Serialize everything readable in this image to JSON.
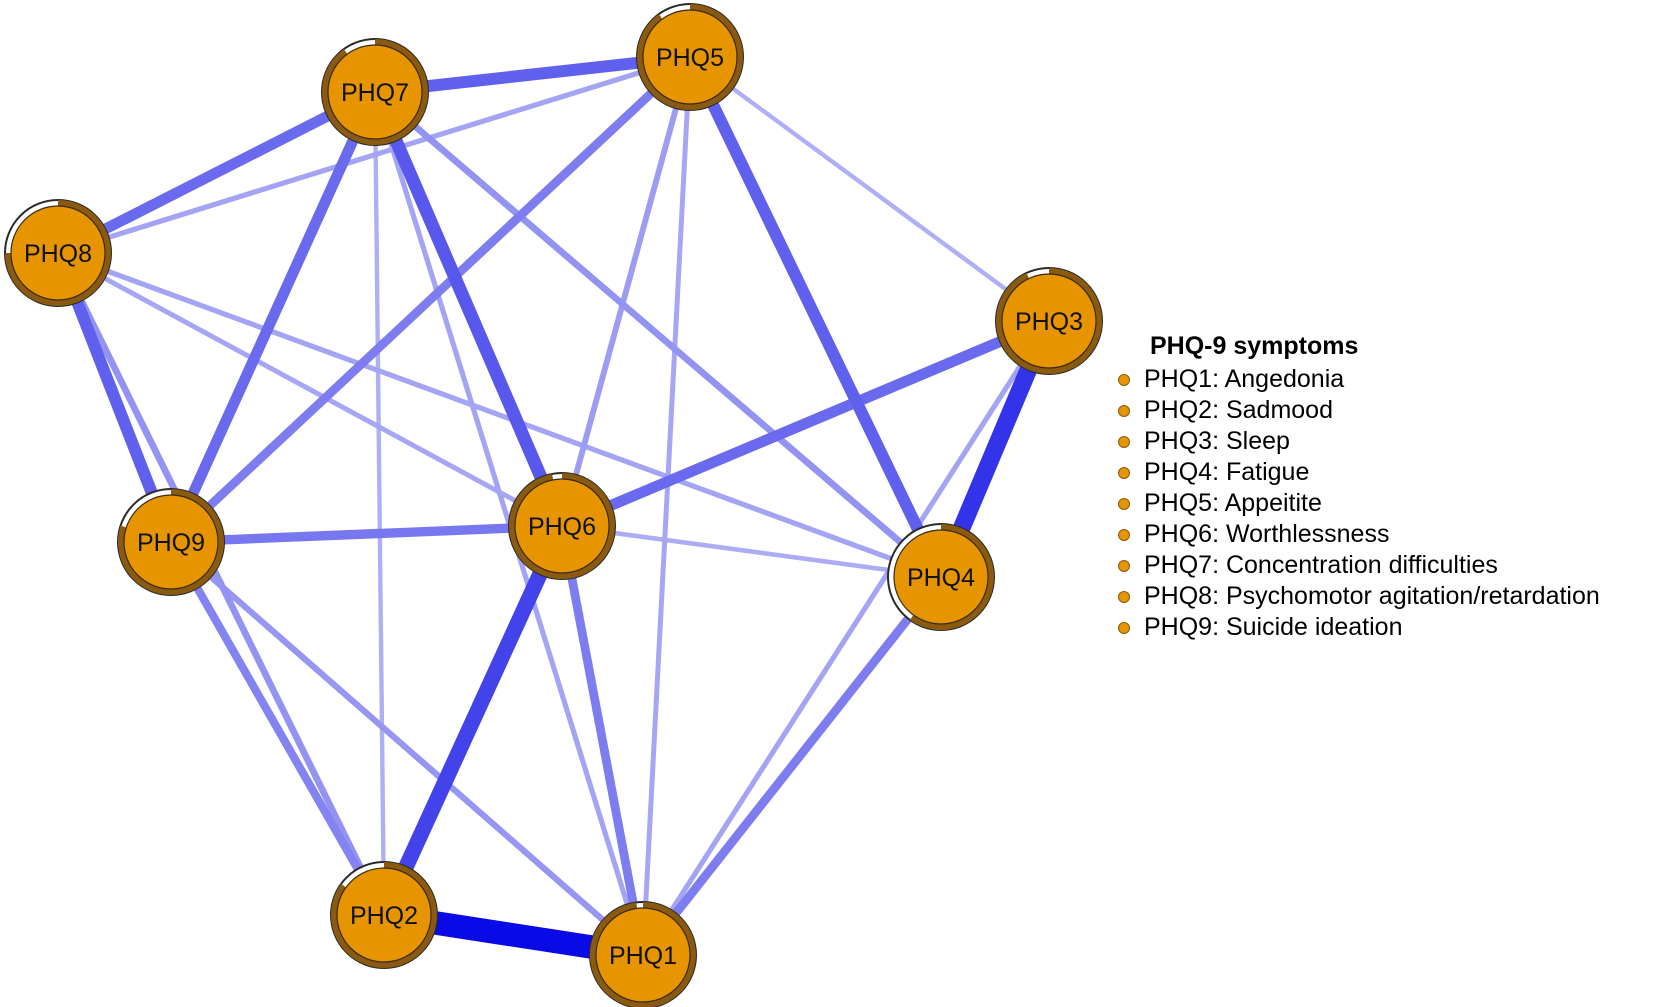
{
  "diagram": {
    "nodes": [
      {
        "id": "PHQ1",
        "label": "PHQ1"
      },
      {
        "id": "PHQ2",
        "label": "PHQ2"
      },
      {
        "id": "PHQ3",
        "label": "PHQ3"
      },
      {
        "id": "PHQ4",
        "label": "PHQ4"
      },
      {
        "id": "PHQ5",
        "label": "PHQ5"
      },
      {
        "id": "PHQ6",
        "label": "PHQ6"
      },
      {
        "id": "PHQ7",
        "label": "PHQ7"
      },
      {
        "id": "PHQ8",
        "label": "PHQ8"
      },
      {
        "id": "PHQ9",
        "label": "PHQ9"
      }
    ],
    "edges": [
      {
        "from": "PHQ1",
        "to": "PHQ2",
        "weight": 1.0
      },
      {
        "from": "PHQ3",
        "to": "PHQ4",
        "weight": 0.72
      },
      {
        "from": "PHQ2",
        "to": "PHQ6",
        "weight": 0.62
      },
      {
        "from": "PHQ7",
        "to": "PHQ6",
        "weight": 0.5
      },
      {
        "from": "PHQ7",
        "to": "PHQ5",
        "weight": 0.45
      },
      {
        "from": "PHQ8",
        "to": "PHQ9",
        "weight": 0.45
      },
      {
        "from": "PHQ5",
        "to": "PHQ4",
        "weight": 0.45
      },
      {
        "from": "PHQ8",
        "to": "PHQ7",
        "weight": 0.4
      },
      {
        "from": "PHQ9",
        "to": "PHQ7",
        "weight": 0.4
      },
      {
        "from": "PHQ6",
        "to": "PHQ3",
        "weight": 0.4
      },
      {
        "from": "PHQ9",
        "to": "PHQ6",
        "weight": 0.33
      },
      {
        "from": "PHQ9",
        "to": "PHQ5",
        "weight": 0.3
      },
      {
        "from": "PHQ6",
        "to": "PHQ1",
        "weight": 0.3
      },
      {
        "from": "PHQ4",
        "to": "PHQ1",
        "weight": 0.3
      },
      {
        "from": "PHQ9",
        "to": "PHQ2",
        "weight": 0.27
      },
      {
        "from": "PHQ8",
        "to": "PHQ2",
        "weight": 0.2
      },
      {
        "from": "PHQ7",
        "to": "PHQ4",
        "weight": 0.2
      },
      {
        "from": "PHQ9",
        "to": "PHQ1",
        "weight": 0.18
      },
      {
        "from": "PHQ5",
        "to": "PHQ6",
        "weight": 0.16
      },
      {
        "from": "PHQ8",
        "to": "PHQ5",
        "weight": 0.13
      },
      {
        "from": "PHQ8",
        "to": "PHQ4",
        "weight": 0.13
      },
      {
        "from": "PHQ3",
        "to": "PHQ1",
        "weight": 0.13
      },
      {
        "from": "PHQ7",
        "to": "PHQ1",
        "weight": 0.13
      },
      {
        "from": "PHQ8",
        "to": "PHQ6",
        "weight": 0.12
      },
      {
        "from": "PHQ5",
        "to": "PHQ1",
        "weight": 0.12
      },
      {
        "from": "PHQ6",
        "to": "PHQ4",
        "weight": 0.1
      },
      {
        "from": "PHQ7",
        "to": "PHQ2",
        "weight": 0.09
      },
      {
        "from": "PHQ5",
        "to": "PHQ3",
        "weight": 0.09
      }
    ],
    "colors": {
      "node_fill": "#e69500",
      "node_ring": "#8a5a10",
      "node_pie_empty": "#ffffff",
      "edge_strong": "#0a0ae6",
      "edge_weak": "#d4d4f8",
      "label": "#111111"
    }
  },
  "legend": {
    "title": "PHQ-9 symptoms",
    "items": [
      {
        "label": "PHQ1: Angedonia"
      },
      {
        "label": "PHQ2: Sadmood"
      },
      {
        "label": "PHQ3: Sleep"
      },
      {
        "label": "PHQ4: Fatigue"
      },
      {
        "label": "PHQ5: Appeitite"
      },
      {
        "label": "PHQ6: Worthlessness"
      },
      {
        "label": "PHQ7: Concentration difficulties"
      },
      {
        "label": "PHQ8: Psychomotor agitation/retardation"
      },
      {
        "label": "PHQ9: Suicide ideation"
      }
    ],
    "dot_color": "#e69500"
  }
}
